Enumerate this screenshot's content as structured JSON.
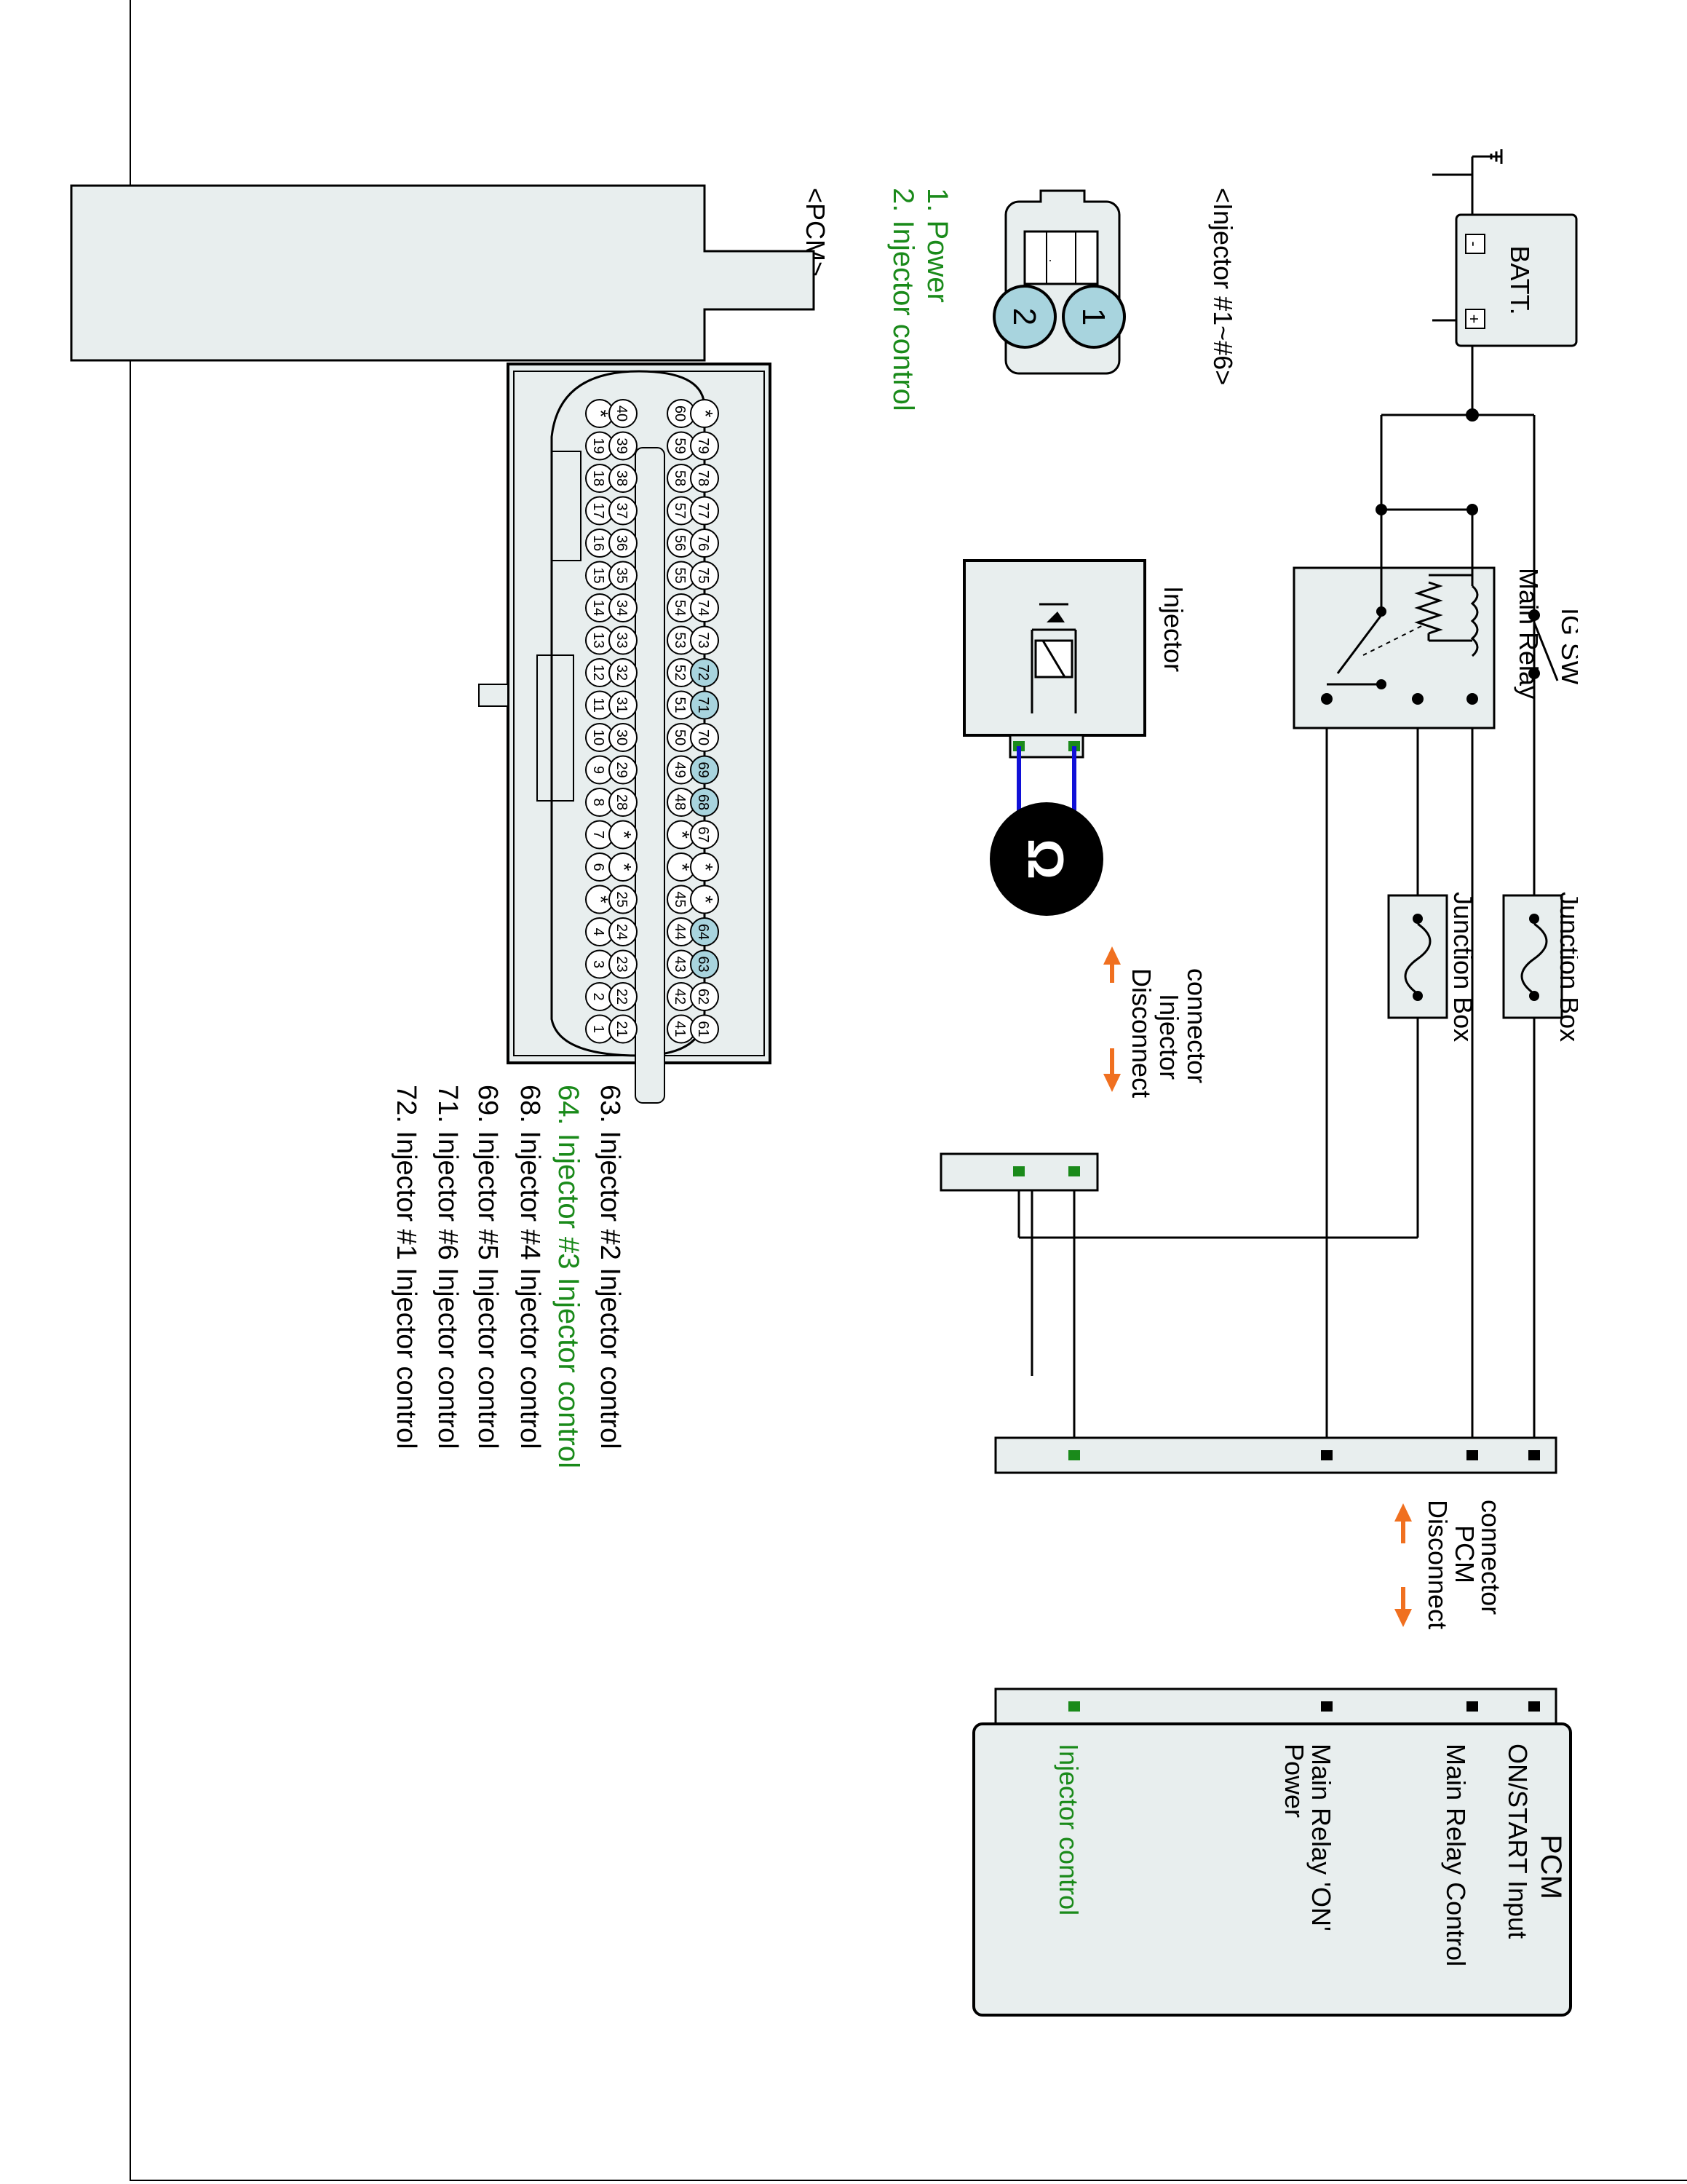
{
  "colors": {
    "green": "#1a8a1a",
    "blue": "#1010d8",
    "orange": "#f07020",
    "panel": "#e8eeee",
    "pin_highlight": "#a8d4de"
  },
  "battery": {
    "label": "BATT.",
    "minus": "-",
    "plus": "+"
  },
  "ig_switch": {
    "label": "IG SW"
  },
  "main_relay": {
    "label": "Main Relay"
  },
  "junction_box_1": {
    "label": "Junction Box"
  },
  "junction_box_2": {
    "label": "Junction Box"
  },
  "injector": {
    "label": "Injector"
  },
  "ohmmeter": {
    "symbol": "Ω",
    "icon": "ohmmeter-icon"
  },
  "injector_connector_note": {
    "line1": "Disconnect",
    "line2": "Injector",
    "line3": "connector"
  },
  "pcm_connector_note": {
    "line1": "Disconnect",
    "line2": "PCM",
    "line3": "connector"
  },
  "pcm_block": {
    "title": "PCM",
    "terminals": [
      "ON/START Input",
      "Main Relay Control",
      "Main Relay 'ON'",
      "Power",
      "Injector control"
    ]
  },
  "injector_connector": {
    "title": "<Injector #1~#6>",
    "pin_1": "1",
    "pin_2": "2",
    "legend": [
      "1. Power",
      "2. Injector control"
    ]
  },
  "pcm_connector": {
    "title": "<PCM>",
    "row1": [
      "*",
      "19",
      "18",
      "17",
      "16",
      "15",
      "14",
      "13",
      "12",
      "11",
      "10",
      "9",
      "8",
      "7",
      "6",
      "*",
      "4",
      "3",
      "2",
      "1"
    ],
    "row2": [
      "40",
      "39",
      "38",
      "37",
      "36",
      "35",
      "34",
      "33",
      "32",
      "31",
      "30",
      "29",
      "28",
      "*",
      "*",
      "25",
      "24",
      "23",
      "22",
      "21"
    ],
    "row3": [
      "60",
      "59",
      "58",
      "57",
      "56",
      "55",
      "54",
      "53",
      "52",
      "51",
      "50",
      "49",
      "48",
      "*",
      "*",
      "45",
      "44",
      "43",
      "42",
      "41"
    ],
    "row4": [
      "*",
      "79",
      "78",
      "77",
      "76",
      "75",
      "74",
      "73",
      "72",
      "71",
      "70",
      "69",
      "68",
      "67",
      "*",
      "*",
      "64",
      "63",
      "62",
      "61"
    ],
    "highlighted_pins": [
      "72",
      "71",
      "69",
      "68",
      "64",
      "63"
    ]
  },
  "pin_list": [
    "63. Injector #2 Injector control",
    "64. Injector #3 Injector control",
    "68. Injector #4 Injector control",
    "69. Injector #5 Injector control",
    "71. Injector #6 Injector control",
    "72. Injector #1 Injector control"
  ],
  "highlighted_pin_entry": "64. Injector #3 Injector control"
}
